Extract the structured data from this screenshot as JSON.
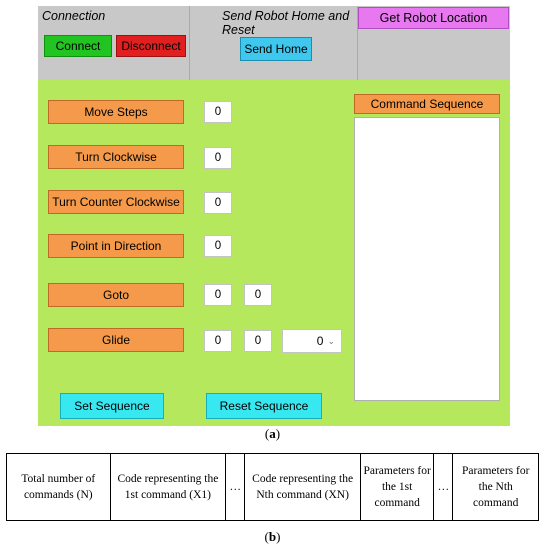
{
  "connection": {
    "title": "Connection",
    "connect_label": "Connect",
    "disconnect_label": "Disconnect"
  },
  "home": {
    "title": "Send Robot Home and Reset",
    "button_label": "Send Home"
  },
  "location": {
    "button_label": "Get Robot Location"
  },
  "commands": [
    {
      "label": "Move Steps",
      "values": [
        "0"
      ]
    },
    {
      "label": "Turn Clockwise",
      "values": [
        "0"
      ]
    },
    {
      "label": "Turn Counter Clockwise",
      "values": [
        "0"
      ]
    },
    {
      "label": "Point in Direction",
      "values": [
        "0"
      ]
    },
    {
      "label": "Goto",
      "values": [
        "0",
        "0"
      ]
    },
    {
      "label": "Glide",
      "values": [
        "0",
        "0"
      ],
      "select_value": "0"
    }
  ],
  "command_sequence": {
    "header": "Command Sequence",
    "items": []
  },
  "bottom": {
    "set_label": "Set Sequence",
    "reset_label": "Reset Sequence"
  },
  "captions": {
    "a": "(a)",
    "b": "(b)"
  },
  "format_table": {
    "cells": [
      "Total number of commands (N)",
      "Code representing the 1st command (X1)",
      "…",
      "Code representing the Nth command (XN)",
      "Parameters for the 1st command",
      "…",
      "Parameters for the Nth command"
    ]
  }
}
